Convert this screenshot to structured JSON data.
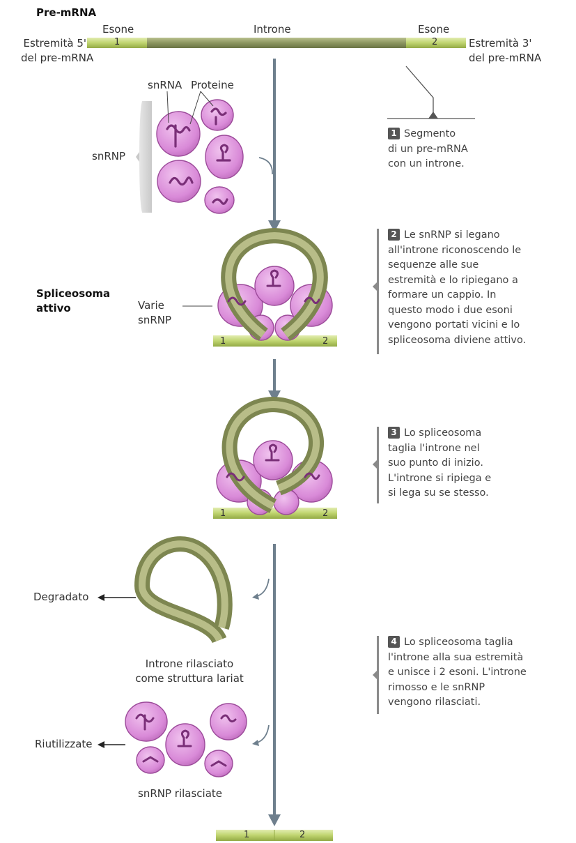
{
  "title": "Pre-mRNA",
  "labels": {
    "exon": "Esone",
    "intron": "Introne",
    "exon1_num": "1",
    "exon2_num": "2",
    "end5_line1": "Estremità 5'",
    "end5_line2": "del pre-mRNA",
    "end3_line1": "Estremità 3'",
    "end3_line2": "del pre-mRNA",
    "snrna": "snRNA",
    "proteins": "Proteine",
    "snrnp": "snRNP",
    "spliceosome_line1": "Spliceosoma",
    "spliceosome_line2": "attivo",
    "various_line1": "Varie",
    "various_line2": "snRNP",
    "degraded": "Degradato",
    "released_intron_line1": "Introne rilasciato",
    "released_intron_line2": "come struttura lariat",
    "reused": "Riutilizzate",
    "released_snrnp": "snRNP rilasciate"
  },
  "steps": [
    {
      "num": "1",
      "lines": [
        "Segmento",
        "di un pre-mRNA",
        "con un introne."
      ]
    },
    {
      "num": "2",
      "lines": [
        "Le snRNP si legano",
        "all'introne riconoscendo le",
        "sequenze alle sue",
        "estremità e lo ripiegano a",
        "formare un cappio. In",
        "questo modo i due esoni",
        "vengono portati vicini e lo",
        "spliceosoma diviene attivo."
      ]
    },
    {
      "num": "3",
      "lines": [
        "Lo spliceosoma",
        "taglia l'introne nel",
        "suo punto di inizio.",
        "L'introne si ripiega e",
        "si lega su se stesso."
      ]
    },
    {
      "num": "4",
      "lines": [
        "Lo spliceosoma taglia",
        "l'introne alla sua estremità",
        "e unisce i 2 esoni. L'introne",
        "rimosso e le snRNP",
        "vengono rilasciati."
      ]
    }
  ],
  "colors": {
    "exon": "#c4d87c",
    "intron": "#8f9a5d",
    "snrnp": "#d88fd6",
    "snrnp_stroke": "#9c4b9a",
    "loop": "#9aa06a",
    "arrow": "#6e7f8d"
  }
}
